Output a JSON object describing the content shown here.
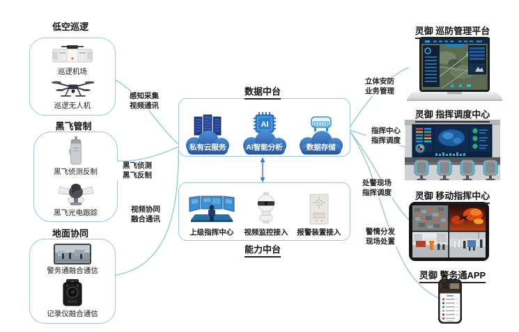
{
  "left_groups": [
    {
      "title": "低空巡逻",
      "items": [
        {
          "label": "巡逻机场",
          "icon": "drone-dock-icon"
        },
        {
          "label": "巡逻无人机",
          "icon": "patrol-drone-icon"
        }
      ]
    },
    {
      "title": "黑飞管制",
      "items": [
        {
          "label": "黑飞侦测反制",
          "icon": "drone-detector-icon"
        },
        {
          "label": "黑飞光电跟踪",
          "icon": "optical-tracker-icon"
        }
      ]
    },
    {
      "title": "地面协同",
      "items": [
        {
          "label": "警务通融合通信",
          "icon": "police-phone-icon"
        },
        {
          "label": "记录仪融合通信",
          "icon": "body-camera-icon"
        }
      ]
    }
  ],
  "center": {
    "data_platform": {
      "title": "数据中台",
      "services": [
        {
          "label": "私有云服务",
          "icon": "server-rack-icon"
        },
        {
          "label": "AI智能分析",
          "icon": "ai-chip-icon",
          "chip_text": "AI"
        },
        {
          "label": "数据存储",
          "icon": "data-storage-icon"
        }
      ]
    },
    "capability_platform": {
      "title": "能力中台",
      "items": [
        {
          "label": "上级指挥中心",
          "icon": "command-desk-icon"
        },
        {
          "label": "视频监控接入",
          "icon": "ptz-camera-icon"
        },
        {
          "label": "报警装置接入",
          "icon": "alarm-device-icon"
        }
      ]
    }
  },
  "right_products": [
    {
      "title": "灵御 巡防管理平台",
      "device": "laptop"
    },
    {
      "title": "灵御 指挥调度中心",
      "device": "command-room"
    },
    {
      "title": "灵御 移动指挥中心",
      "device": "tablet"
    },
    {
      "title": "灵御 警务通APP",
      "device": "phone"
    }
  ],
  "links": {
    "perception": {
      "line1": "感知采集",
      "line2": "视频通讯"
    },
    "counter": {
      "line1": "黑飞侦测",
      "line2": "黑飞反制"
    },
    "video": {
      "line1": "视频协同",
      "line2": "融合通讯"
    },
    "security": {
      "line1": "立体安防",
      "line2": "业务管理"
    },
    "command": {
      "line1": "指挥中心",
      "line2": "指挥调度"
    },
    "field": {
      "line1": "处警现场",
      "line2": "指挥调度"
    },
    "dispatch": {
      "line1": "警情分发",
      "line2": "现场处置"
    }
  },
  "colors": {
    "line_green": "#8fd0ba",
    "line_blue": "#9cc3e8",
    "box_border": "#9dc3e6",
    "arrow_blue": "#4472c4",
    "cloud_top": "#4f8fd4",
    "cloud_bottom": "#1d4fa0"
  }
}
